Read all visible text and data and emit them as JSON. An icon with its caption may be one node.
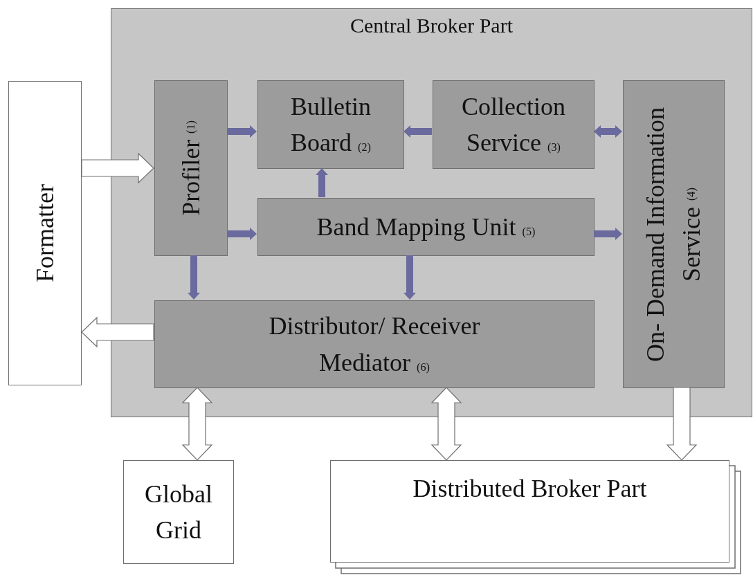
{
  "diagram": {
    "nodes": [
      {
        "text": [
          "Central Broker Part"
        ]
      },
      {
        "text": [
          "Formatter"
        ]
      },
      {
        "text": [
          "Profiler $_{(1)}$"
        ],
        "in": 0
      },
      {
        "text": [
          "Bulletin Board $_{(2)}$"
        ],
        "in": 0
      },
      {
        "text": [
          "Collection Service $_{(3)}$"
        ],
        "in": 0
      },
      {
        "text": [
          "On- Demand Information Service $_{(4)}$"
        ],
        "in": 0
      },
      {
        "text": [
          "Band Mapping Unit $_{(5)}$"
        ],
        "in": 0
      },
      {
        "text": [
          "Distributor/ Receiver Mediator $_{(6)}$"
        ],
        "in": 0
      },
      {
        "text": [
          "Global Grid"
        ]
      },
      {
        "text": [
          "Distributed Broker Part"
        ]
      }
    ],
    "edges": [
      {
        "from": 1,
        "to": 2,
        "arrow": "to",
        "style": "thick",
        "color": "#ffffff"
      },
      {
        "from": 7,
        "to": 1,
        "arrow": "to",
        "style": "thick",
        "color": "#ffffff"
      },
      {
        "from": 2,
        "to": 3,
        "arrow": "to"
      },
      {
        "from": 4,
        "to": 3,
        "arrow": "to"
      },
      {
        "from": 4,
        "to": 5,
        "arrow": "both"
      },
      {
        "from": 2,
        "to": 6,
        "arrow": "to"
      },
      {
        "from": 6,
        "to": 3,
        "arrow": "to"
      },
      {
        "from": 6,
        "to": 5,
        "arrow": "to"
      },
      {
        "from": 2,
        "to": 7,
        "arrow": "to"
      },
      {
        "from": 6,
        "to": 7,
        "arrow": "to"
      },
      {
        "from": 7,
        "to": 8,
        "arrow": "both",
        "style": "thick",
        "color": "#ffffff"
      },
      {
        "from": 7,
        "to": 9,
        "arrow": "both",
        "style": "thick",
        "color": "#ffffff"
      },
      {
        "from": 5,
        "to": 9,
        "arrow": "to",
        "style": "thick",
        "color": "#ffffff"
      }
    ]
  }
}
